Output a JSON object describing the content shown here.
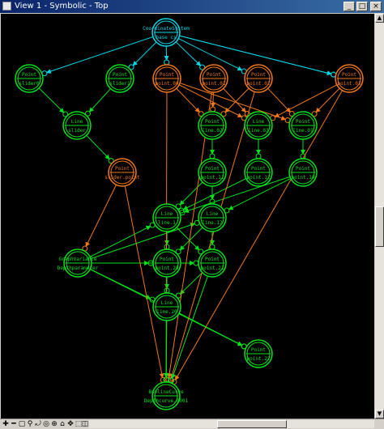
{
  "window": {
    "title": "View 1 - Symbolic - Top",
    "min": "_",
    "max": "□",
    "close": "×"
  },
  "colors": {
    "coord": "#00d8e8",
    "green": "#00e21a",
    "orange": "#f07818",
    "bg": "#000000"
  },
  "nodes": [
    {
      "id": "cs",
      "type": "CoordinateSystem",
      "name": "base cs",
      "color": "cyan"
    },
    {
      "id": "s0",
      "type": "Point",
      "name": "slider0",
      "color": "green"
    },
    {
      "id": "s1",
      "type": "Point",
      "name": "slider1",
      "color": "green"
    },
    {
      "id": "p00",
      "type": "Point",
      "name": "point.00",
      "color": "orange"
    },
    {
      "id": "p01",
      "type": "Point",
      "name": "point.01",
      "color": "orange"
    },
    {
      "id": "p02",
      "type": "Point",
      "name": "point.02",
      "color": "orange"
    },
    {
      "id": "p03",
      "type": "Point",
      "name": "point.03",
      "color": "orange"
    },
    {
      "id": "lsl",
      "type": "Line",
      "name": "slider",
      "color": "green"
    },
    {
      "id": "l02",
      "type": "Point",
      "name": "line.02",
      "color": "green"
    },
    {
      "id": "l03",
      "type": "Line",
      "name": "line.03",
      "color": "green"
    },
    {
      "id": "l01",
      "type": "Point",
      "name": "line.01",
      "color": "green"
    },
    {
      "id": "sp",
      "type": "Point",
      "name": "slider.point",
      "color": "orange"
    },
    {
      "id": "p11",
      "type": "Point",
      "name": "point.11",
      "color": "green"
    },
    {
      "id": "p12",
      "type": "Point",
      "name": "point.12",
      "color": "green"
    },
    {
      "id": "p10",
      "type": "Point",
      "name": "point.10",
      "color": "green"
    },
    {
      "id": "ln1",
      "type": "Line",
      "name": "line.1",
      "color": "green"
    },
    {
      "id": "ln12",
      "type": "Line",
      "name": "line.12",
      "color": "green"
    },
    {
      "id": "gv",
      "type": "GraphVariable",
      "name": "Depthparameter",
      "color": "green"
    },
    {
      "id": "p20",
      "type": "Point",
      "name": "point.20",
      "color": "green"
    },
    {
      "id": "p21",
      "type": "Point",
      "name": "point.21",
      "color": "green"
    },
    {
      "id": "l20",
      "type": "Line",
      "name": "line.20",
      "color": "green"
    },
    {
      "id": "p22",
      "type": "Point",
      "name": "point.22",
      "color": "green"
    },
    {
      "id": "bc",
      "type": "BsplineCurve",
      "name": "Depthcurve.0001",
      "color": "green"
    }
  ],
  "statusbar": {
    "tools": [
      "✚",
      "━",
      "▢",
      "⚲",
      "⤾",
      "◎",
      "⊕",
      "⌂",
      "✥",
      "⬚",
      "◫"
    ]
  }
}
